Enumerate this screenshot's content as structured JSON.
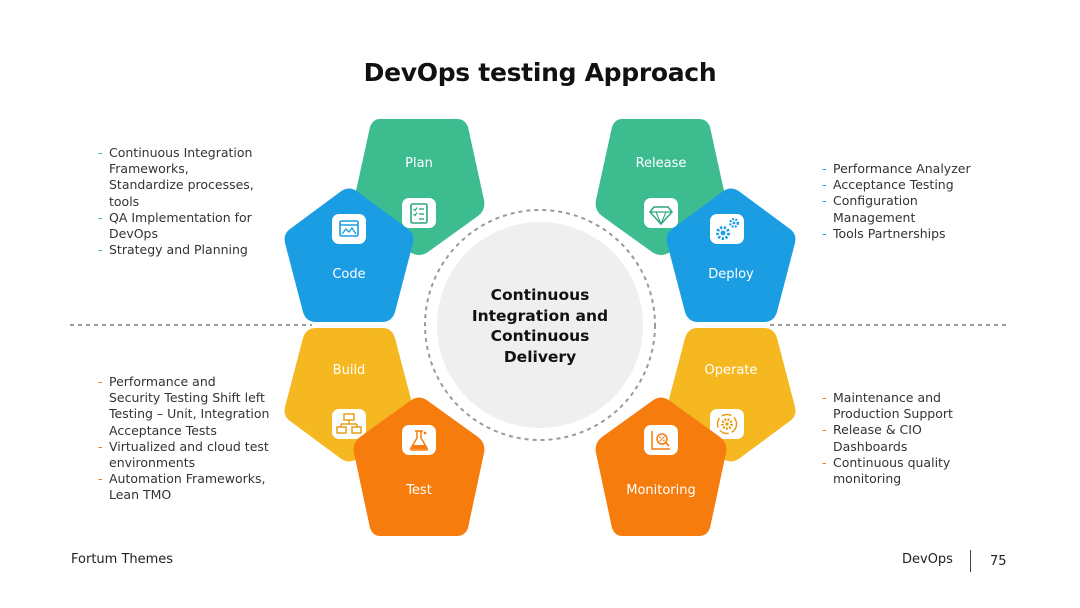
{
  "title": "DevOps testing Approach",
  "center": {
    "lines": [
      "Continuous",
      "Integration and",
      "Continuous",
      "Delivery"
    ]
  },
  "stages": [
    {
      "id": "plan",
      "label": "Plan",
      "icon": "checklist-icon",
      "color": "#3dbd8f"
    },
    {
      "id": "code",
      "label": "Code",
      "icon": "browser-window-icon",
      "color": "#1b9de3"
    },
    {
      "id": "build",
      "label": "Build",
      "icon": "hierarchy-icon",
      "color": "#f5b820"
    },
    {
      "id": "test",
      "label": "Test",
      "icon": "flask-icon",
      "color": "#f57c0d"
    },
    {
      "id": "release",
      "label": "Release",
      "icon": "diamond-icon",
      "color": "#3dbd8f"
    },
    {
      "id": "deploy",
      "label": "Deploy",
      "icon": "gears-icon",
      "color": "#1b9de3"
    },
    {
      "id": "operate",
      "label": "Operate",
      "icon": "cycle-gear-icon",
      "color": "#f5b820"
    },
    {
      "id": "monitoring",
      "label": "Monitoring",
      "icon": "analytics-icon",
      "color": "#f57c0d"
    }
  ],
  "bullets": {
    "top_left": [
      [
        "Continuous Integration",
        "Frameworks,",
        "Standardize processes,",
        "tools"
      ],
      [
        "QA Implementation for",
        "DevOps"
      ],
      [
        "Strategy and Planning"
      ]
    ],
    "top_right": [
      [
        "Performance Analyzer"
      ],
      [
        "Acceptance Testing"
      ],
      [
        "Configuration",
        "Management"
      ],
      [
        "Tools Partnerships"
      ]
    ],
    "bottom_left": [
      [
        "Performance and",
        "Security Testing Shift left",
        "Testing – Unit, Integration",
        "Acceptance Tests"
      ],
      [
        "Virtualized and cloud test",
        "environments"
      ],
      [
        "Automation Frameworks,",
        "Lean TMO"
      ]
    ],
    "bottom_right": [
      [
        "Maintenance and",
        "Production Support"
      ],
      [
        "Release & CIO",
        "Dashboards"
      ],
      [
        "Continuous quality",
        "monitoring"
      ]
    ]
  },
  "footer": {
    "left": "Fortum Themes",
    "right": "DevOps",
    "page": "75"
  }
}
